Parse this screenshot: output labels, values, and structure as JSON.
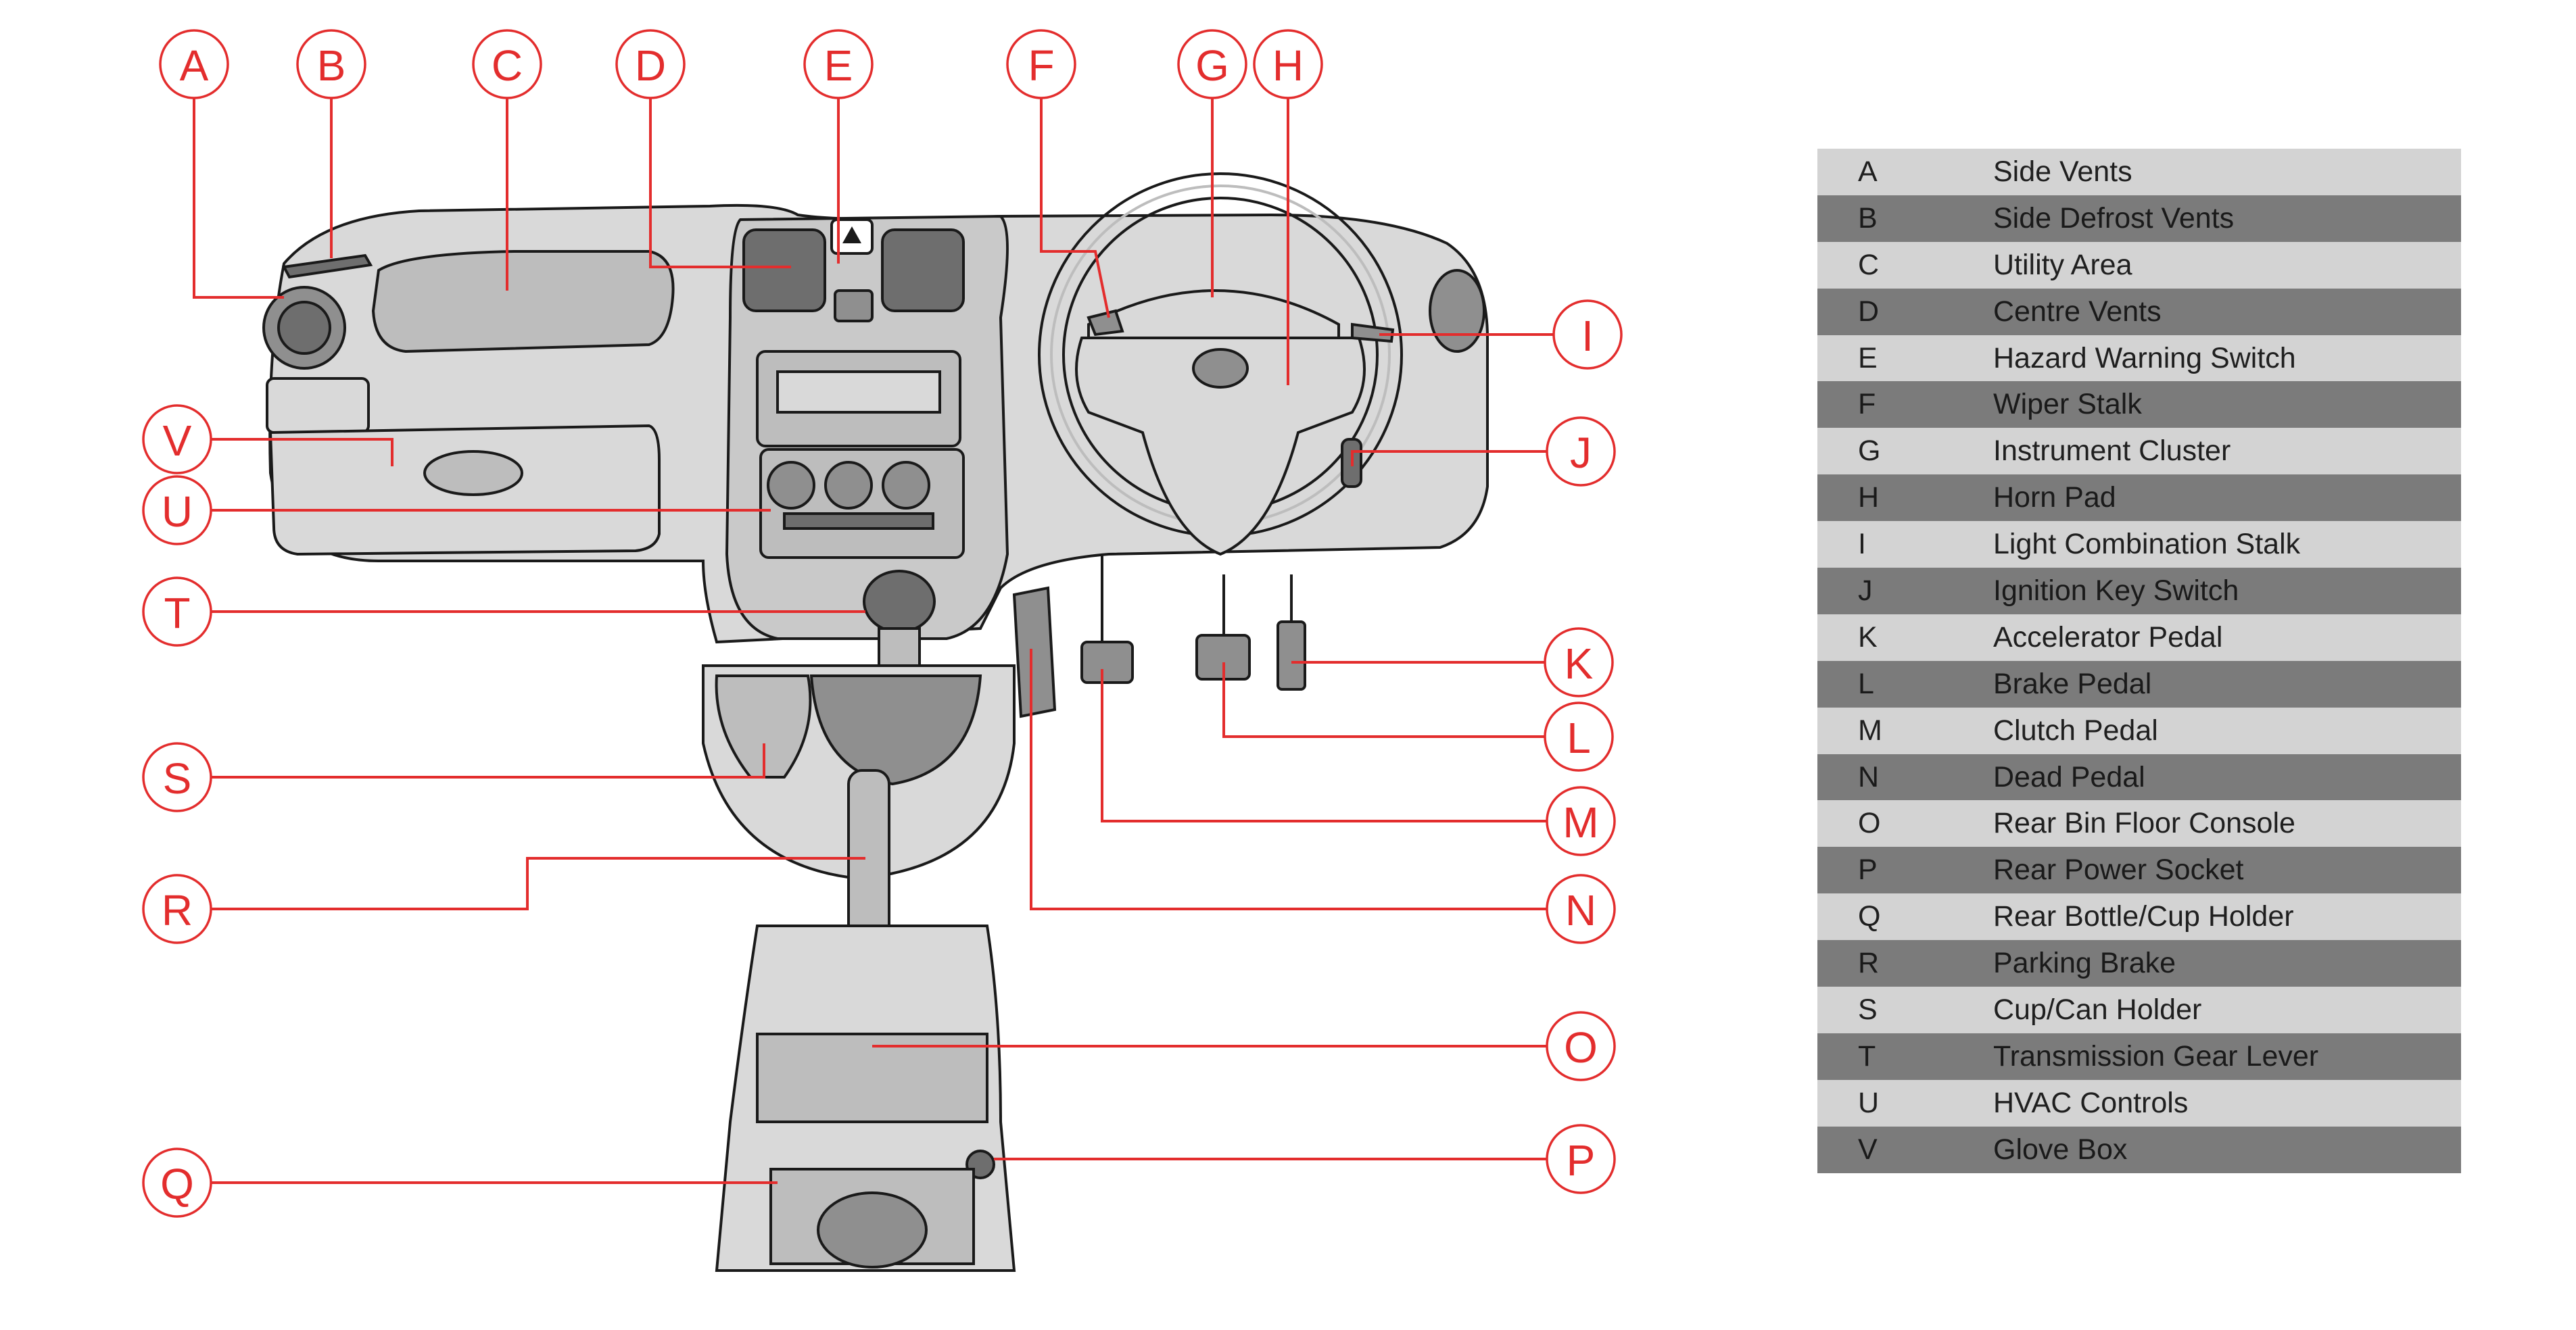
{
  "colors": {
    "accent": "#e32d2d",
    "part_fill_light": "#d9d9d9",
    "part_fill_mid": "#bdbdbd",
    "part_fill_dark": "#8f8f8f",
    "outline": "#1a1a1a",
    "legend_row_light": "#d3d3d3",
    "legend_row_dark": "#7b7b7b"
  },
  "callouts": [
    "A",
    "B",
    "C",
    "D",
    "E",
    "F",
    "G",
    "H",
    "I",
    "J",
    "K",
    "L",
    "M",
    "N",
    "O",
    "P",
    "Q",
    "R",
    "S",
    "T",
    "U",
    "V"
  ],
  "legend": [
    {
      "letter": "A",
      "name": "Side Vents"
    },
    {
      "letter": "B",
      "name": "Side Defrost Vents"
    },
    {
      "letter": "C",
      "name": "Utility Area"
    },
    {
      "letter": "D",
      "name": "Centre Vents"
    },
    {
      "letter": "E",
      "name": "Hazard Warning Switch"
    },
    {
      "letter": "F",
      "name": "Wiper Stalk"
    },
    {
      "letter": "G",
      "name": "Instrument Cluster"
    },
    {
      "letter": "H",
      "name": "Horn Pad"
    },
    {
      "letter": "I",
      "name": "Light Combination Stalk"
    },
    {
      "letter": "J",
      "name": "Ignition Key Switch"
    },
    {
      "letter": "K",
      "name": "Accelerator Pedal"
    },
    {
      "letter": "L",
      "name": "Brake Pedal"
    },
    {
      "letter": "M",
      "name": "Clutch Pedal"
    },
    {
      "letter": "N",
      "name": "Dead Pedal"
    },
    {
      "letter": "O",
      "name": "Rear Bin Floor Console"
    },
    {
      "letter": "P",
      "name": "Rear Power Socket"
    },
    {
      "letter": "Q",
      "name": "Rear Bottle/Cup Holder"
    },
    {
      "letter": "R",
      "name": "Parking Brake"
    },
    {
      "letter": "S",
      "name": "Cup/Can Holder"
    },
    {
      "letter": "T",
      "name": "Transmission Gear Lever"
    },
    {
      "letter": "U",
      "name": "HVAC Controls"
    },
    {
      "letter": "V",
      "name": "Glove Box"
    }
  ]
}
